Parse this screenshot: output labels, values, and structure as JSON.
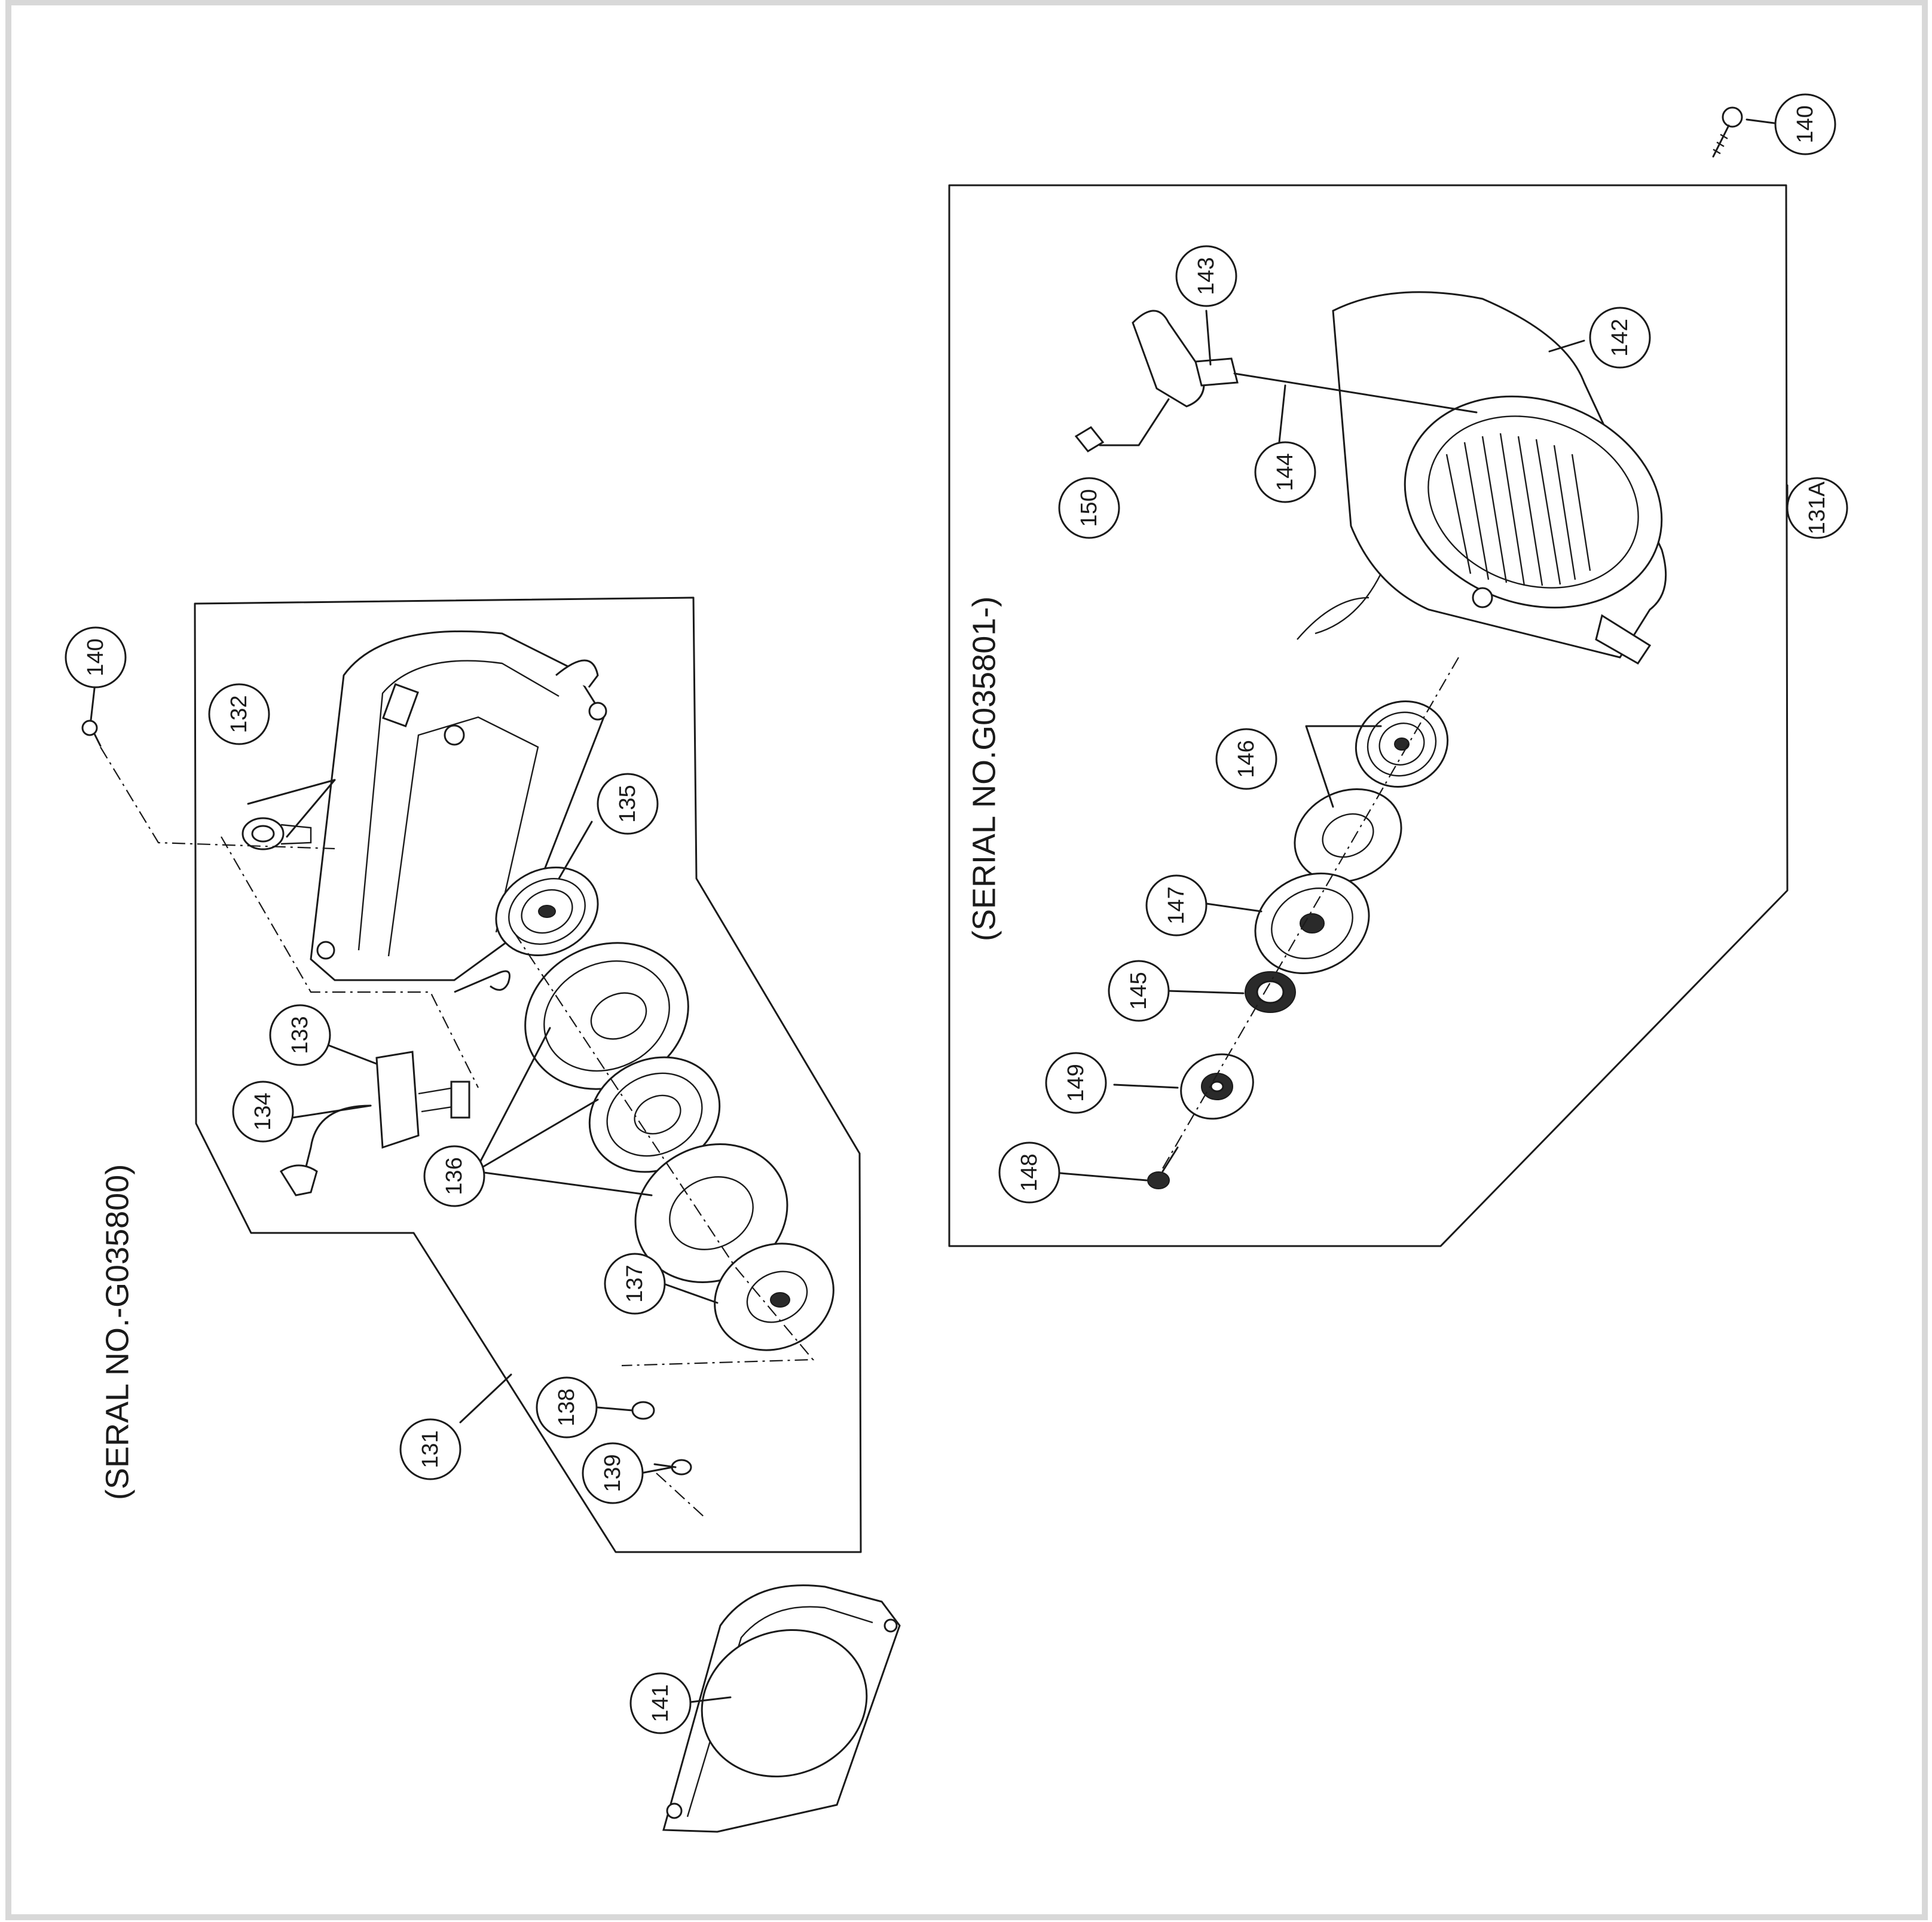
{
  "serial_labels": {
    "old": "(SERAL NO.-G035800)",
    "new": "(SERIAL NO.G035801-)"
  },
  "callouts": {
    "c131": "131",
    "c131A": "131A",
    "c132": "132",
    "c133": "133",
    "c134": "134",
    "c135": "135",
    "c136": "136",
    "c137": "137",
    "c138": "138",
    "c139": "139",
    "c140a": "140",
    "c140b": "140",
    "c141": "141",
    "c142": "142",
    "c143": "143",
    "c144": "144",
    "c145": "145",
    "c146": "146",
    "c147": "147",
    "c148": "148",
    "c149": "149",
    "c150": "150"
  }
}
